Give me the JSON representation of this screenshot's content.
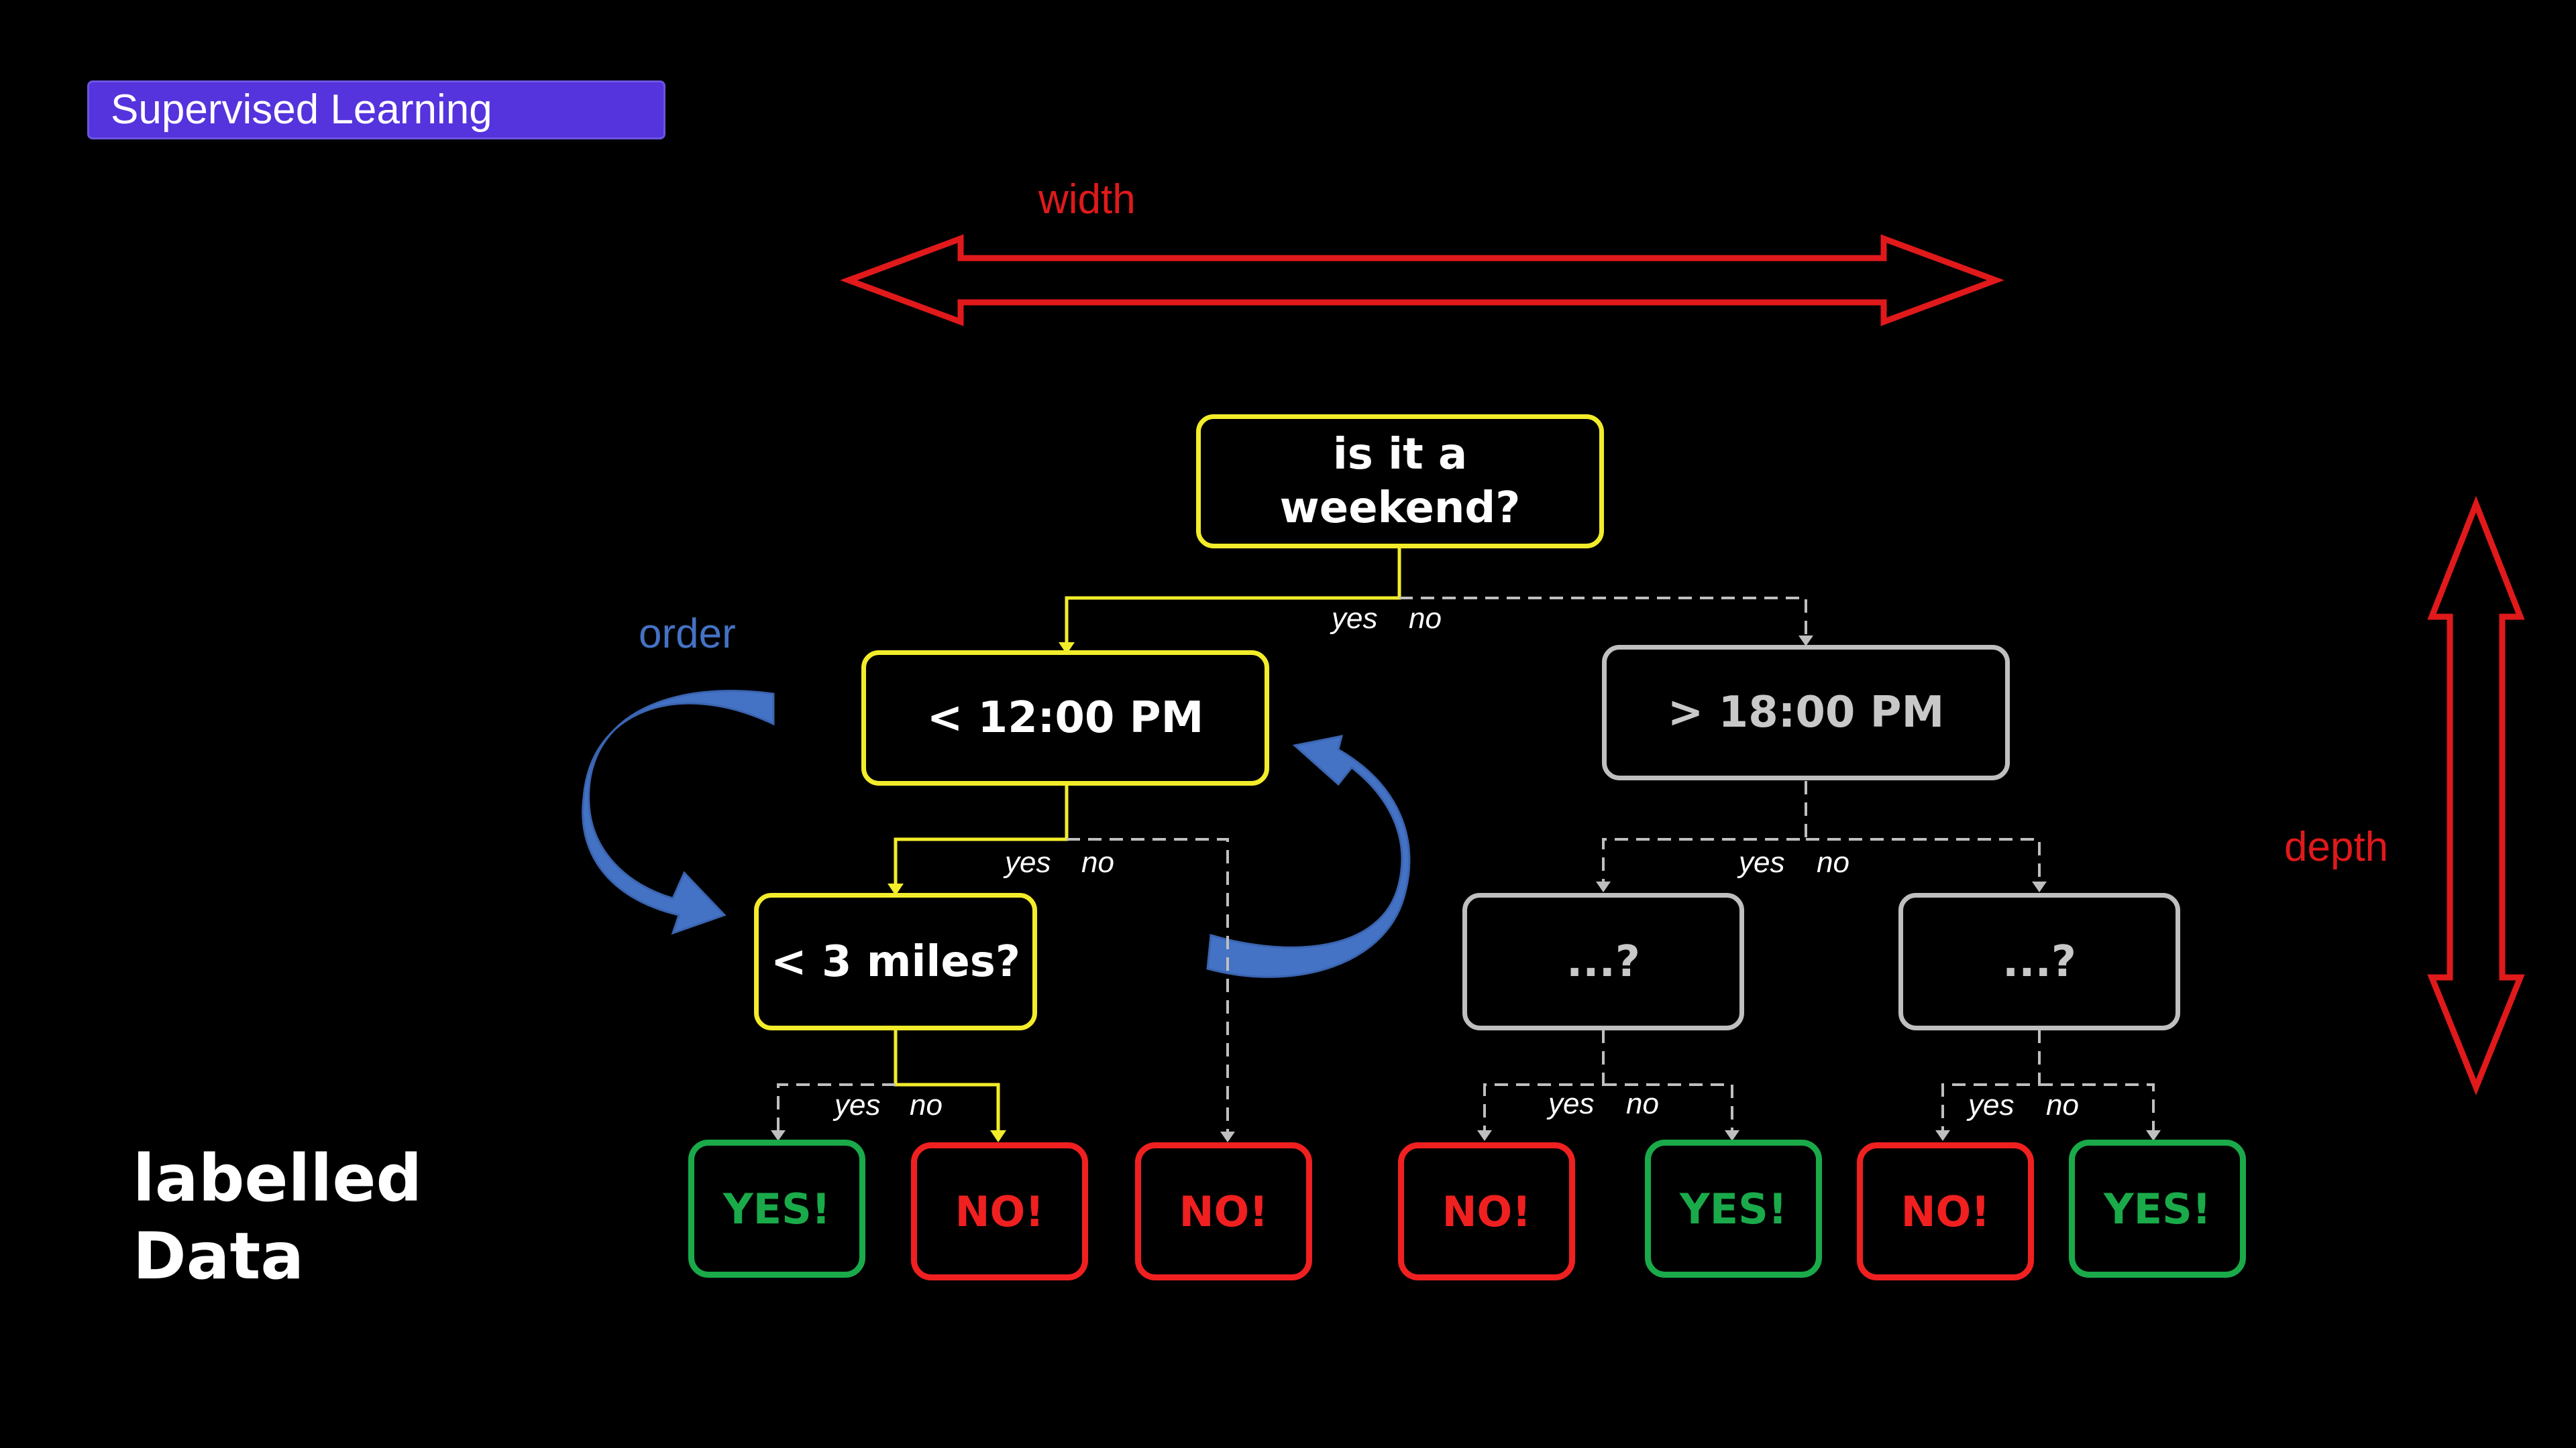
{
  "badge": {
    "label": "Supervised Learning"
  },
  "annotations": {
    "width": "width",
    "depth": "depth",
    "order": "order",
    "data_line1": "labelled",
    "data_line2": "Data"
  },
  "nodes": {
    "root": {
      "line1": "is it a",
      "line2": "weekend?"
    },
    "left": "< 12:00 PM",
    "right": "> 18:00 PM",
    "left_left": "< 3 miles?",
    "right_left": "...?",
    "right_right": "...?"
  },
  "branch_labels": {
    "yes": "yes",
    "no": "no"
  },
  "leaves": [
    "YES!",
    "NO!",
    "NO!",
    "NO!",
    "YES!",
    "NO!",
    "YES!"
  ],
  "colors": {
    "active": "#f2ec2b",
    "inactive": "#bfbfbf",
    "yes_leaf": "#1aaa4a",
    "no_leaf": "#f02020",
    "annotation": "#e0191b",
    "order_arrow": "#4472c4",
    "badge": "#5533dd"
  }
}
